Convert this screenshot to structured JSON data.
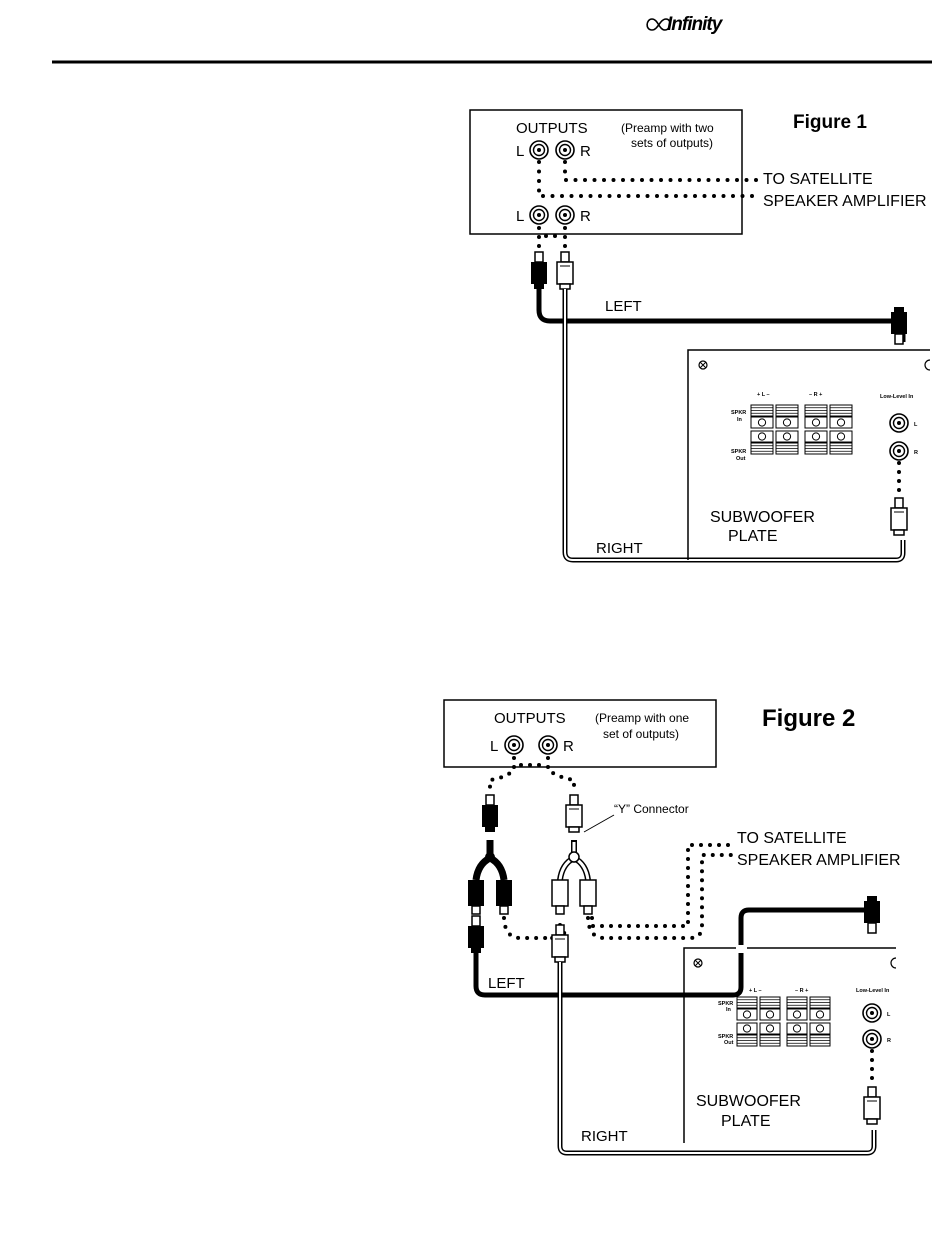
{
  "header": {
    "brand": "Infinity"
  },
  "figure1": {
    "title": "Figure 1",
    "outputs_label": "OUTPUTS",
    "preamp_note_line1": "(Preamp with two",
    "preamp_note_line2": "sets of outputs)",
    "left_jack": "L",
    "right_jack": "R",
    "satellite_line1": "TO SATELLITE",
    "satellite_line2": "SPEAKER AMPLIFIER",
    "left_cable": "LEFT",
    "right_cable": "RIGHT",
    "plate_line1": "SUBWOOFER",
    "plate_line2": "PLATE"
  },
  "figure2": {
    "title": "Figure 2",
    "outputs_label": "OUTPUTS",
    "preamp_note_line1": "(Preamp with one",
    "preamp_note_line2": "set of outputs)",
    "left_jack": "L",
    "right_jack": "R",
    "y_connector": "“Y” Connector",
    "satellite_line1": "TO SATELLITE",
    "satellite_line2": "SPEAKER AMPLIFIER",
    "left_cable": "LEFT",
    "right_cable": "RIGHT",
    "plate_line1": "SUBWOOFER",
    "plate_line2": "PLATE"
  },
  "plate": {
    "polarity_left": "+ L –",
    "polarity_right": "– R +",
    "spkr_in": "SPKR In",
    "spkr_out": "SPKR Out",
    "low_level_in": "Low-Level In",
    "jack_l": "L",
    "jack_r": "R"
  }
}
